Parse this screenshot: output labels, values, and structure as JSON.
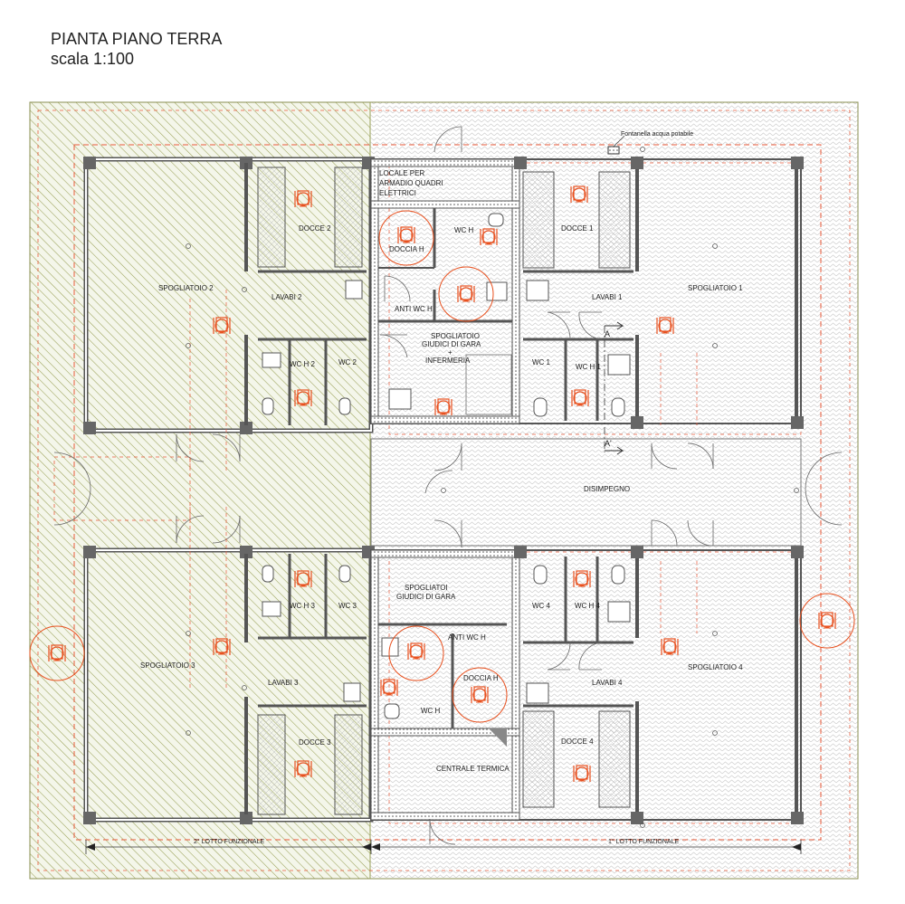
{
  "title": {
    "line1": "PIANTA PIANO TERRA",
    "line2": "scala 1:100"
  },
  "rooms": {
    "locale_quadri_1": "LOCALE PER",
    "locale_quadri_2": "ARMADIO QUADRI",
    "locale_quadri_3": "ELETTRICI",
    "doccia_h_top": "DOCCIA H",
    "wc_h_top": "WC H",
    "anti_wc_h_top": "ANTI WC H",
    "spogliatoio_giudici_1": "SPOGLIATOIO",
    "spogliatoio_giudici_2": "GIUDICI DI GARA",
    "spogliatoio_giudici_3": "+",
    "spogliatoio_giudici_4": "INFERMERIA",
    "docce_1": "DOCCE 1",
    "lavabi_1": "LAVABI 1",
    "spogliatoio_1": "SPOGLIATOIO 1",
    "wc_1": "WC 1",
    "wc_h_1": "WC H 1",
    "spogliatoio_2": "SPOGLIATOIO 2",
    "docce_2": "DOCCE 2",
    "lavabi_2": "LAVABI 2",
    "wc_h_2": "WC H 2",
    "wc_2": "WC 2",
    "disimpegno": "DISIMPEGNO",
    "spogliatoio_3": "SPOGLIATOIO 3",
    "wc_h_3": "WC H 3",
    "wc_3": "WC 3",
    "lavabi_3": "LAVABI 3",
    "docce_3": "DOCCE 3",
    "spogliatoi_giudici_b1": "SPOGLIATOI",
    "spogliatoi_giudici_b2": "GIUDICI DI GARA",
    "anti_wc_h_bottom": "ANTI WC H",
    "doccia_h_bottom": "DOCCIA H",
    "wc_h_bottom": "WC H",
    "centrale_termica": "CENTRALE TERMICA",
    "wc_4": "WC 4",
    "wc_h_4": "WC H 4",
    "spogliatoio_4": "SPOGLIATOIO 4",
    "lavabi_4": "LAVABI 4",
    "docce_4": "DOCCE 4"
  },
  "annotations": {
    "fontanella": "Fontanella acqua potabile",
    "section_a_top": "A",
    "section_a_bottom": "A'"
  },
  "dimensions": {
    "lotto_2": "2° LOTTO FUNZIONALE",
    "lotto_1": "1° LOTTO FUNZIONALE"
  },
  "colors": {
    "wall": "#555555",
    "hatch_lotto2": "#9aa25a",
    "pattern_lotto1": "#c8c8c8",
    "accessibility": "#e8501e",
    "dashed_red": "#e85a3a"
  }
}
